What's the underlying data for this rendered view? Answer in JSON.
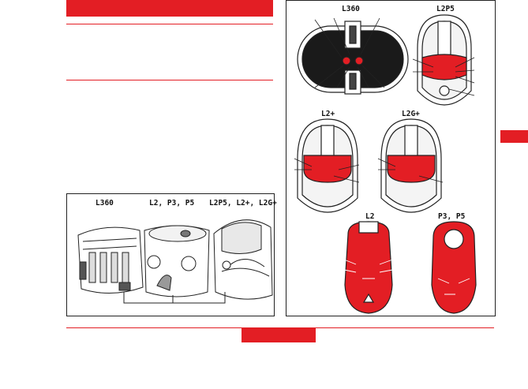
{
  "page": {
    "accent_color": "#e31e24"
  },
  "left_figure": {
    "labels": [
      "L360",
      "L2, P3, P5",
      "L2P5, L2+, L2G+"
    ]
  },
  "right_figure": {
    "labels": {
      "l360": "L360",
      "l2p5": "L2P5",
      "l2plus": "L2+",
      "l2gplus": "L2G+",
      "l2": "L2",
      "p3p5": "P3, P5"
    }
  }
}
